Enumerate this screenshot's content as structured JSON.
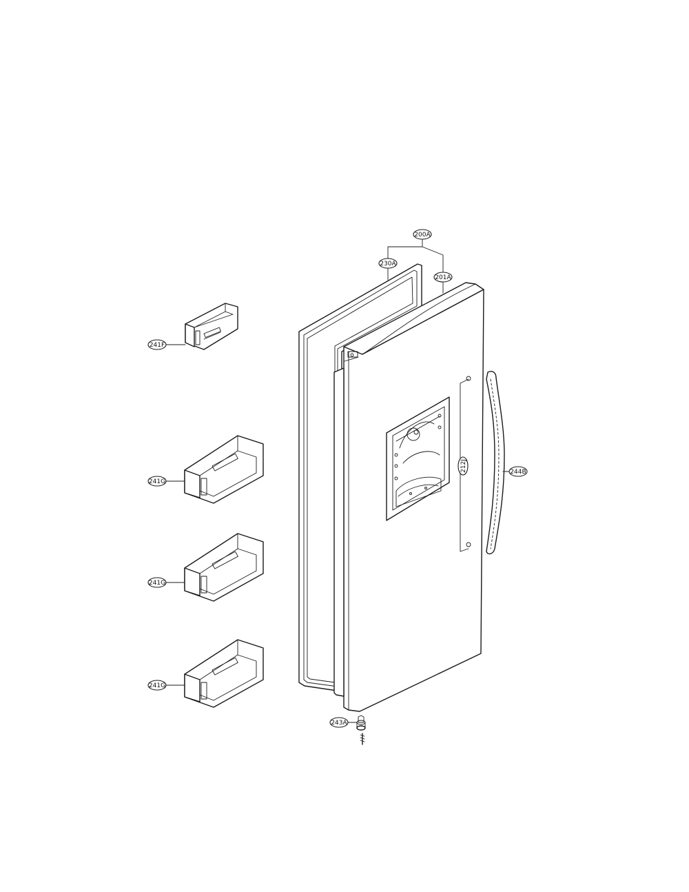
{
  "callouts": {
    "door_assembly": "200A",
    "gasket": "230A",
    "door_foam": "201A",
    "basket_small": "241F",
    "basket_1": "241G",
    "basket_2": "241G",
    "basket_3": "241G",
    "dispenser_cover": "212J",
    "handle": "244B",
    "hinge": "243A"
  },
  "icons": {
    "hinge_screw": "screw-icon",
    "handle_screw": "screw-icon"
  }
}
